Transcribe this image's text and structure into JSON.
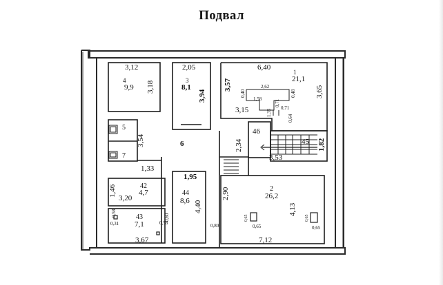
{
  "title": "Подвал",
  "rooms": [
    {
      "id": "room-4",
      "number": "4",
      "area": "9,9",
      "dims": [
        "3,12",
        "3,18"
      ]
    },
    {
      "id": "room-3",
      "number": "3",
      "area": "8,1",
      "dims": [
        "2,05",
        "3,94"
      ]
    },
    {
      "id": "room-1",
      "number": "1",
      "area": "21,1",
      "dims": [
        "6,40",
        "3,65",
        "3,57",
        "3,15",
        "2,62",
        "1,58",
        "1,35",
        "0,40",
        "0,48",
        "0,71",
        "0,71",
        "0,64"
      ]
    },
    {
      "id": "room-5",
      "number": "5",
      "area": "",
      "dims": [
        "3,54"
      ]
    },
    {
      "id": "room-7",
      "number": "7",
      "area": "",
      "dims": []
    },
    {
      "id": "room-6",
      "number": "6",
      "area": "",
      "dims": [
        "1,33",
        "1,95"
      ]
    },
    {
      "id": "room-46",
      "number": "46",
      "area": "",
      "dims": [
        "2,34"
      ]
    },
    {
      "id": "room-45",
      "number": "45",
      "area": "",
      "dims": [
        "1,82",
        "3,53"
      ]
    },
    {
      "id": "room-42",
      "number": "42",
      "area": "4,7",
      "dims": [
        "1,46",
        "3,20"
      ]
    },
    {
      "id": "room-44",
      "number": "44",
      "area": "8,6",
      "dims": [
        "4,40",
        "0,60",
        "0,58"
      ]
    },
    {
      "id": "room-43",
      "number": "43",
      "area": "7,1",
      "dims": [
        "3,67",
        "0,58",
        "0,31"
      ]
    },
    {
      "id": "room-2",
      "number": "2",
      "area": "26,2",
      "dims": [
        "7,12",
        "2,90",
        "4,13",
        "0,80",
        "0,65",
        "0,65",
        "0,65",
        "0,65"
      ]
    }
  ]
}
